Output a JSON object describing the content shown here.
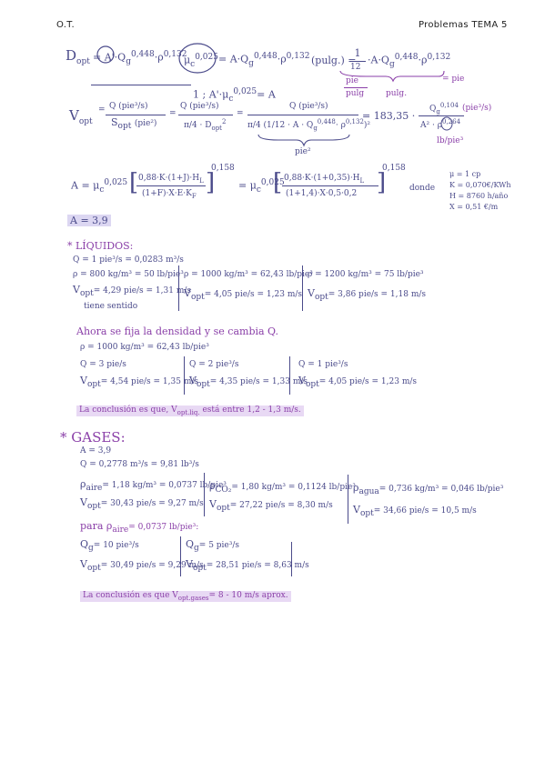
{
  "header": {
    "left": "O.T.",
    "right": "Problemas TEMA 5"
  },
  "eq1": {
    "lhs": "D",
    "lhs_sub": "opt",
    "body": "= A'·Q",
    "q_sub": "g",
    "q_exp": "0,448",
    "rho": "·ρ",
    "rho_exp": "0,132",
    "mu": "μ",
    "mu_sub": "c",
    "mu_exp": "0,025",
    "eq_a": "= A·Q",
    "eq_a_sub": "g",
    "eq_a_exp": "0,448",
    "eq_a_rho": "·ρ",
    "eq_a_rho_exp": "0,132",
    "pulg": "(pulg.) =",
    "frac_num": "1",
    "frac_den": "12",
    "tail": "·A·Q",
    "tail_sub": "g",
    "tail_exp": "0,448",
    "tail_rho": "·ρ",
    "tail_rho_exp": "0,132",
    "unit_num": "pie",
    "unit_den": "pulg",
    "pulg2": "pulg.",
    "pie_label": "= pie",
    "sub_note": "1 ; A'·μ",
    "sub_note_sub": "c",
    "sub_note_exp": "0,025",
    "sub_note_tail": "= A"
  },
  "eq2": {
    "v": "V",
    "v_sub": "opt",
    "f1_num": "Q (pie³/s)",
    "f1_den": "S",
    "f1_den_sub": "opt",
    "f1_den_tail": "(pie²)",
    "f2_num": "Q (pie³/s)",
    "f2_den": "π/4 · D",
    "f2_den_sub": "opt",
    "f2_den_exp": "2",
    "f3_num": "Q (pie³/s)",
    "f3_den": "π/4 (1/12 · A · Q",
    "f3_den_sub": "g",
    "f3_den_exp": "0,448",
    "f3_den_tail": "· ρ",
    "f3_den_tail_exp": "0,132",
    "f3_den_close": ")²",
    "brace_label": "pie²",
    "result": "= 183,35 ·",
    "r_num": "Q",
    "r_num_sub": "g",
    "r_num_exp": "0,104",
    "r_den": "A² · ρ",
    "r_den_exp": "0,264",
    "r_unit": "(pie³/s)",
    "rho_unit": "lb/pie³"
  },
  "eq3": {
    "lhs": "A = μ",
    "lhs_sub": "c",
    "lhs_exp": "0,025",
    "br1_num": "0,88·K·(1+J)·H",
    "br1_num_sub": "L",
    "br1_den": "(1+F)·X·E·K",
    "br1_den_sub": "F",
    "br_exp": "0,158",
    "eq": "= μ",
    "eq_sub": "c",
    "eq_exp": "0,025",
    "br2_num": "0,88·K·(1+0,35)·H",
    "br2_num_sub": "L",
    "br2_den": "(1+1,4)·X·0,5·0,2",
    "br2_exp": "0,158",
    "donde": "donde",
    "vars": [
      "μ = 1 cp",
      "K = 0,070€/KWh",
      "H = 8760 h/año",
      "X = 0,51 €/m"
    ]
  },
  "a_value": "A = 3,9",
  "liquidos": {
    "title": "* LÍQUIDOS:",
    "q_line": "Q = 1 pie³/s = 0,0283 m³/s",
    "col1": [
      "ρ = 800 kg/m³ = 50 lb/pie³",
      "V",
      "opt",
      "= 4,29 pie/s = 1,31 m/s",
      "tiene sentido"
    ],
    "col2": [
      "ρ = 1000 kg/m³ = 62,43 lb/pie³",
      "V",
      "opt",
      "= 4,05 pie/s = 1,23 m/s"
    ],
    "col3": [
      "ρ = 1200 kg/m³ = 75 lb/pie³",
      "V",
      "opt",
      "= 3,86 pie/s = 1,18 m/s"
    ],
    "ahora": "Ahora se fija la densidad y se cambia Q.",
    "rho_fixed": "ρ = 1000 kg/m³ = 62,43 lb/pie³",
    "q1": "Q = 3 pie/s",
    "v1": "= 4,54 pie/s = 1,35 m/s",
    "q2": "Q = 2 pie³/s",
    "v2": "= 4,35 pie/s = 1,33 m/s",
    "q3": "Q = 1 pie³/s",
    "v3": "= 4,05 pie/s = 1,23 m/s",
    "conclusion": "La conclusión es que, V",
    "conclusion_sub": "opt.liq.",
    "conclusion_tail": "está entre 1,2 - 1,3 m/s."
  },
  "gases": {
    "title": "* GASES:",
    "a": "A = 3,9",
    "q_line": "Q = 0,2778 m³/s = 9,81 lb³/s",
    "aire_rho": "ρ",
    "aire_sub": "aire",
    "aire_val": "= 1,18 kg/m³ = 0,0737 lb/pie³",
    "aire_v": "= 30,43 pie/s = 9,27 m/s",
    "co2_rho": "ρ",
    "co2_sub": "CO₂",
    "co2_val": "= 1,80 kg/m³ = 0,1124 lb/pie³",
    "co2_v": "= 27,22 pie/s = 8,30 m/s",
    "agua_rho": "ρ",
    "agua_sub": "agua",
    "agua_val": "= 0,736 kg/m³ = 0,046 lb/pie³",
    "agua_v": "= 34,66 pie/s = 10,5 m/s",
    "para": "para  ρ",
    "para_sub": "aire",
    "para_val": "= 0,0737 lb/pie³:",
    "qg1": "Q",
    "qg1_sub": "g",
    "qg1_val": "= 10 pie³/s",
    "vg1": "= 30,49 pie/s = 9,29 m/s",
    "qg2": "Q",
    "qg2_sub": "g",
    "qg2_val": "= 5 pie³/s",
    "vg2": "= 28,51 pie/s = 8,63 m/s",
    "conclusion": "La conclusión es que V",
    "conclusion_sub": "opt.gases",
    "conclusion_tail": "= 8 - 10 m/s  aprox."
  },
  "vopt": "V",
  "vopt_sub": "opt"
}
